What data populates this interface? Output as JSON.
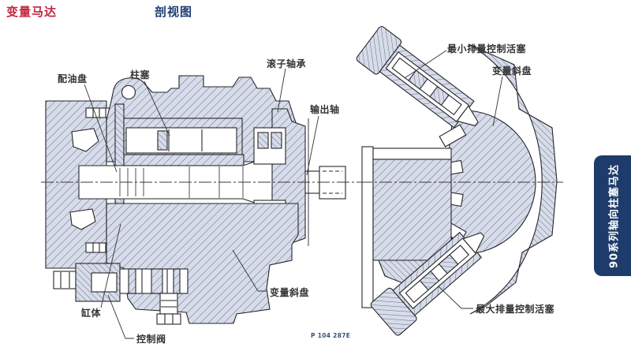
{
  "header": {
    "doc_title": "变量马达",
    "section_title": "剖视图"
  },
  "side_tab": {
    "text": "90系列轴向柱塞马达"
  },
  "diagram": {
    "type": "technical-cutaway",
    "figure_code": "P 104 287E",
    "labels": [
      {
        "id": "port-plate",
        "text": "配油盘"
      },
      {
        "id": "piston",
        "text": "柱塞"
      },
      {
        "id": "roller-bearing",
        "text": "滚子轴承"
      },
      {
        "id": "output-shaft",
        "text": "输出轴"
      },
      {
        "id": "min-displacement-control-piston",
        "text": "最小排量控制活塞"
      },
      {
        "id": "variable-swashplate-right-view",
        "text": "变量斜盘"
      },
      {
        "id": "variable-swashplate-left-view",
        "text": "变量斜盘"
      },
      {
        "id": "cylinder-block",
        "text": "缸体"
      },
      {
        "id": "control-valve",
        "text": "控制阀"
      },
      {
        "id": "max-displacement-control-piston",
        "text": "最大排量控制活塞"
      }
    ]
  },
  "colors": {
    "title_red": "#c5243e",
    "heading_navy": "#1d3c72",
    "tab_bg": "#1d3c6b",
    "tab_text": "#ffffff",
    "part_fill": "#d7dcea",
    "hatch_line": "#5a5f6e",
    "outline": "#26262a",
    "label_text": "#333333"
  }
}
